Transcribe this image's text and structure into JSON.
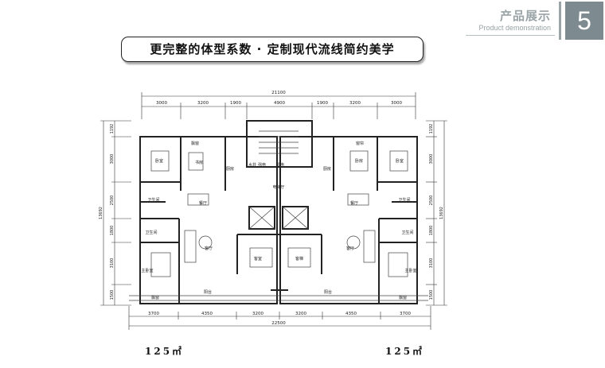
{
  "header": {
    "title": "产品展示",
    "subtitle": "Product demonstration",
    "page_number": "5"
  },
  "banner": {
    "text": "更完整的体型系数 · 定制现代流线简约美学"
  },
  "plan": {
    "dims_top": {
      "total": "21100",
      "segments": [
        "3000",
        "3200",
        "1900",
        "4900",
        "1900",
        "3200",
        "3000"
      ]
    },
    "dims_bottom": {
      "total": "22500",
      "segments": [
        "3700",
        "4350",
        "3200",
        "3200",
        "4350",
        "3700"
      ]
    },
    "dims_left": {
      "total": "13692",
      "segments": [
        "1192",
        "3000",
        "2500",
        "1800",
        "3100",
        "1500"
      ]
    },
    "dims_right": {
      "total": "13692",
      "segments": [
        "1192",
        "3000",
        "2500",
        "1800",
        "3100",
        "1500"
      ]
    },
    "rooms": {
      "bedroom_tl": "卧室",
      "window_tl": "飘窗",
      "study_tl": "书房",
      "kitchen_tl": "厨房",
      "wc_l1": "卫生间",
      "wc_l2": "卫生间",
      "dining_l": "餐厅",
      "living_l": "客厅",
      "master_l": "主卧室",
      "balcony_l": "阳台",
      "bay_bl": "飘窗",
      "shaft_1": "水井",
      "shaft_2": "强电",
      "shaft_3": "弱电",
      "lobby": "电梯厅",
      "elevator_l": "客室",
      "elevator_r": "客梯",
      "window_tr": "窗帘",
      "bedroom_tr1": "卧房",
      "bedroom_tr2": "卧室",
      "kitchen_tr": "厨房",
      "wc_r1": "卫生间",
      "wc_r2": "卫生间",
      "dining_r": "餐厅",
      "living_r": "客厅",
      "master_r": "主卧室",
      "balcony_r": "阳台",
      "bay_br": "飘窗"
    }
  },
  "areas": {
    "left": "125㎡",
    "right": "125㎡"
  }
}
